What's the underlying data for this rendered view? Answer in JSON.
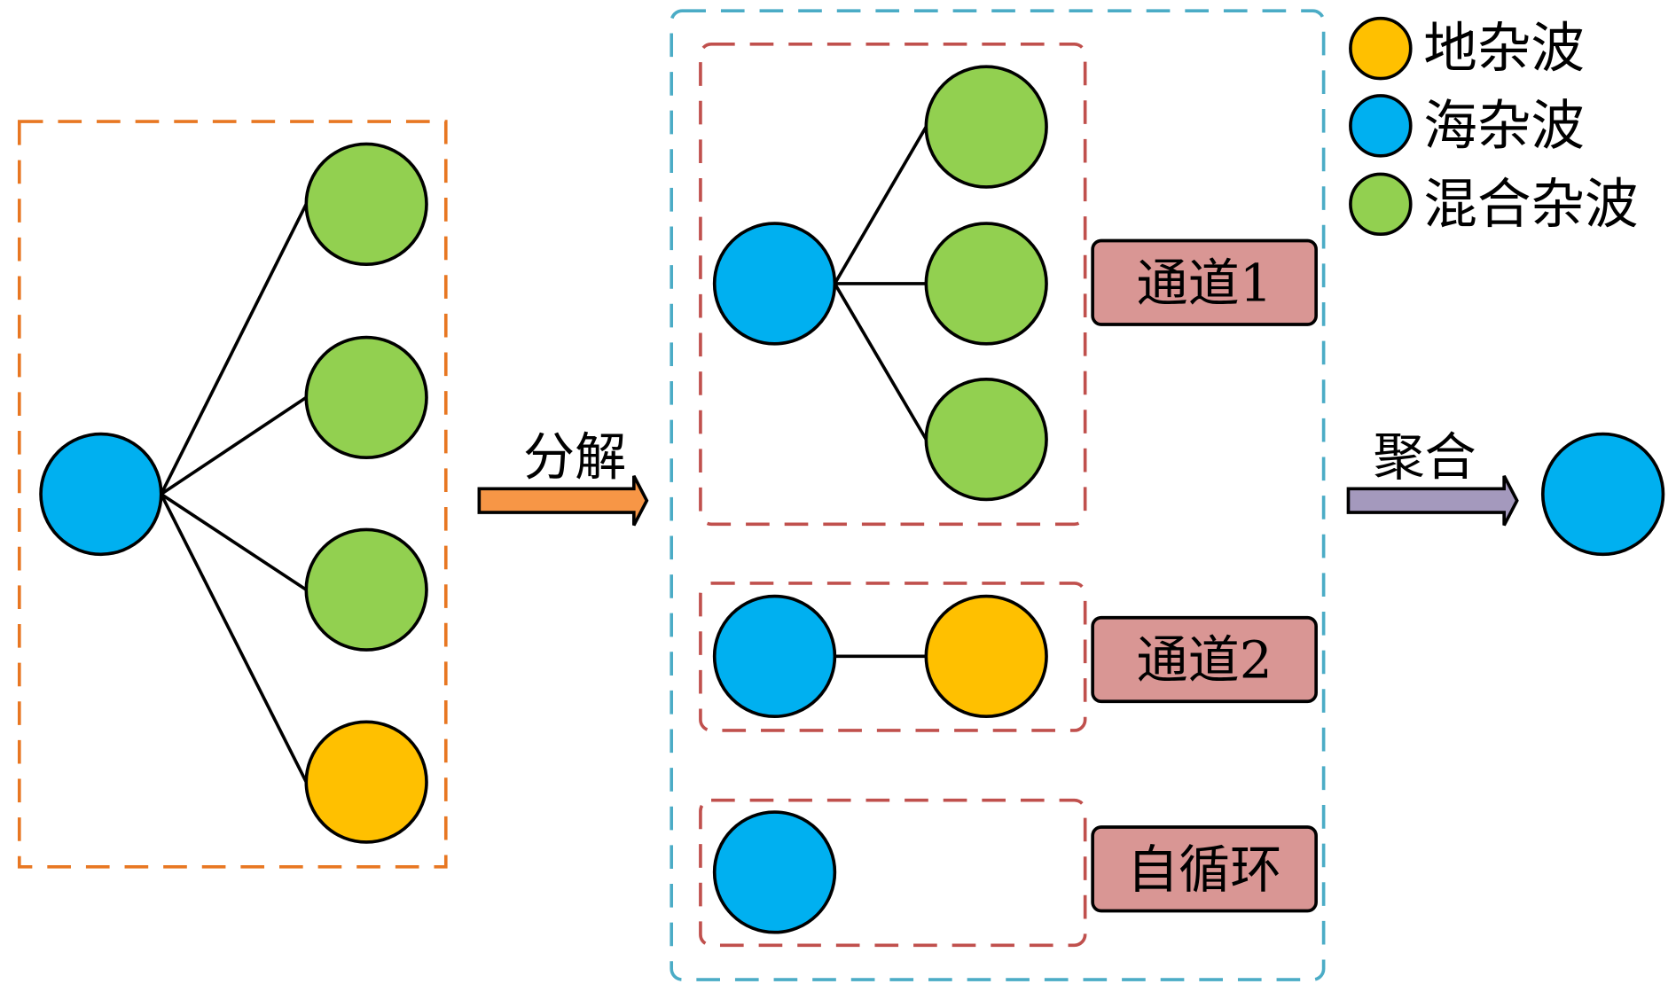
{
  "colors": {
    "sea_clutter": "#00b0f0",
    "mixed_clutter": "#92d050",
    "ground_clutter": "#ffc000",
    "input_box": "#e87722",
    "output_box": "#4bacc6",
    "channel_box": "#c0504d",
    "label_fill": "#d99694",
    "decompose_arrow": "#f79646",
    "aggregate_arrow": "#a499bd"
  },
  "legend": [
    {
      "label": "地杂波",
      "type": "ground_clutter"
    },
    {
      "label": "海杂波",
      "type": "sea_clutter"
    },
    {
      "label": "混合杂波",
      "type": "mixed_clutter"
    }
  ],
  "arrows": {
    "decompose": "分解",
    "aggregate": "聚合"
  },
  "channels": [
    {
      "label": "通道1"
    },
    {
      "label": "通道2"
    },
    {
      "label": "自循环"
    }
  ]
}
